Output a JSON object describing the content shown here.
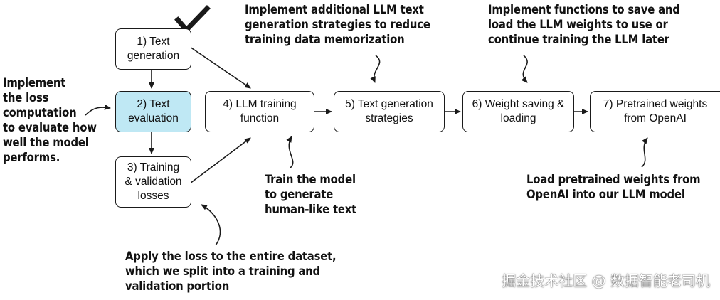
{
  "boxes": [
    {
      "id": "b1",
      "label": "1) Text\ngeneration"
    },
    {
      "id": "b2",
      "label": "2) Text\nevaluation"
    },
    {
      "id": "b3",
      "label": "3) Training\n& validation\nlosses"
    },
    {
      "id": "b4",
      "label": "4) LLM training\nfunction"
    },
    {
      "id": "b5",
      "label": "5) Text generation\nstrategies"
    },
    {
      "id": "b6",
      "label": "6) Weight saving &\nloading"
    },
    {
      "id": "b7",
      "label": "7) Pretrained weights\nfrom OpenAI"
    }
  ],
  "notes": {
    "loss": "Implement\nthe loss\ncomputation\nto evaluate how\nwell the model\nperforms.",
    "strategies": "Implement additional LLM text\ngeneration strategies to reduce\ntraining data memorization",
    "weights": "Implement functions to save and\nload the LLM weights to use or\ncontinue training the LLM later",
    "train": "Train the model\nto generate\nhuman-like text",
    "pretrained": "Load pretrained weights from\nOpenAI into our LLM model",
    "apply": "Apply the loss to the entire dataset,\nwhich we split into a training and\nvalidation portion"
  },
  "watermark": "掘金技术社区 @ 数据智能老司机",
  "colors": {
    "highlight": "#bfe8f4",
    "stroke": "#1a1a1a"
  }
}
